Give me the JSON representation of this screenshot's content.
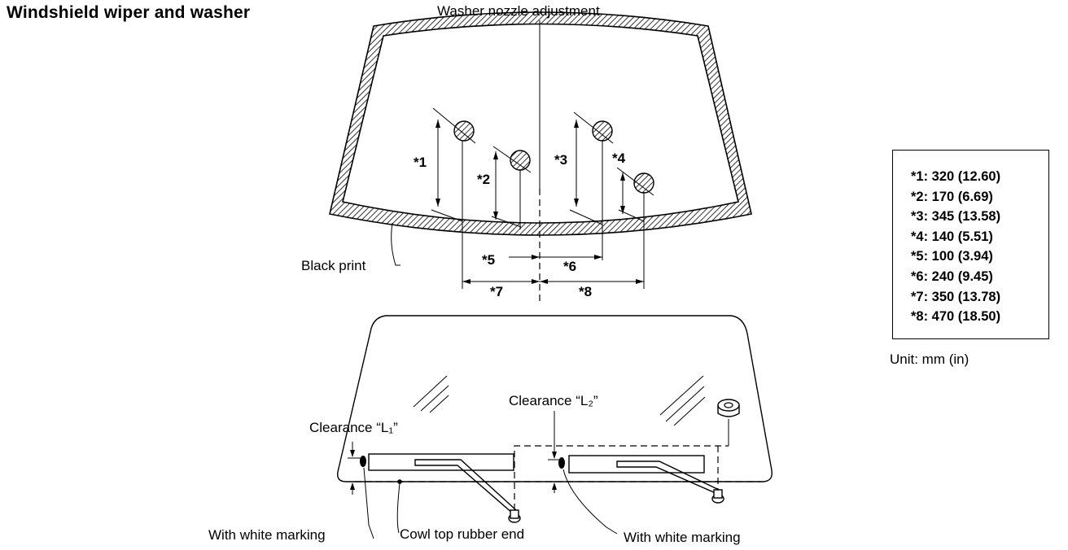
{
  "title": "Windshield wiper and washer",
  "labels": {
    "washer_nozzle_adjustment": "Washer nozzle adjustment",
    "black_print": "Black print",
    "clearance_l1": "Clearance “L₁”",
    "clearance_l2": "Clearance “L₂”",
    "with_white_marking_left": "With white marking",
    "cowl_top_rubber_end": "Cowl top rubber end",
    "with_white_marking_right": "With white marking"
  },
  "dimension_markers": {
    "d1": "*1",
    "d2": "*2",
    "d3": "*3",
    "d4": "*4",
    "d5": "*5",
    "d6": "*6",
    "d7": "*7",
    "d8": "*8"
  },
  "legend": [
    "*1: 320 (12.60)",
    "*2: 170 (6.69)",
    "*3: 345 (13.58)",
    "*4: 140 (5.51)",
    "*5: 100 (3.94)",
    "*6: 240 (9.45)",
    "*7: 350 (13.78)",
    "*8: 470 (18.50)"
  ],
  "unit": "Unit: mm (in)"
}
